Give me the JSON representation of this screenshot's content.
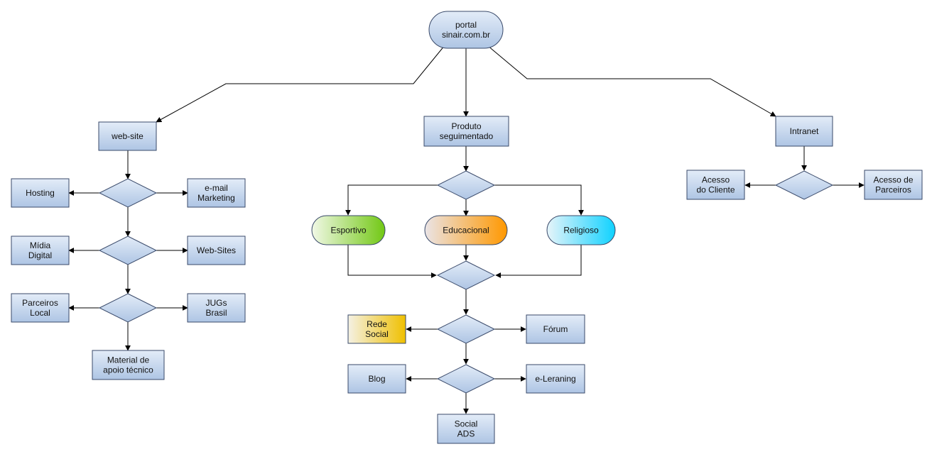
{
  "colors": {
    "box_top": "#dfe9f6",
    "box_bottom": "#b3c9e6",
    "stroke": "#3a4a6a",
    "esportivo": "#7ccc1c",
    "educacional": "#ff9a00",
    "religioso": "#12d4ff",
    "rede_social": "#f2c200"
  },
  "diagram": {
    "portal": [
      "portal",
      "sinair.com.br"
    ],
    "website": {
      "title": [
        "web-site"
      ],
      "hosting": [
        "Hosting"
      ],
      "email_marketing": [
        "e-mail",
        "Marketing"
      ],
      "midia_digital": [
        "Mídia",
        "Digital"
      ],
      "web_sites": [
        "Web-Sites"
      ],
      "parceiros_local": [
        "Parceiros",
        "Local"
      ],
      "jugs_brasil": [
        "JUGs",
        "Brasil"
      ],
      "material_apoio": [
        "Material de",
        "apoio técnico"
      ]
    },
    "produto": {
      "title": [
        "Produto",
        "seguimentado"
      ],
      "esportivo": [
        "Esportivo"
      ],
      "educacional": [
        "Educacional"
      ],
      "religioso": [
        "Religioso"
      ],
      "rede_social": [
        "Rede",
        "Social"
      ],
      "forum": [
        "Fórum"
      ],
      "blog": [
        "Blog"
      ],
      "e_leraning": [
        "e-Leraning"
      ],
      "social_ads": [
        "Social",
        "ADS"
      ]
    },
    "intranet": {
      "title": [
        "Intranet"
      ],
      "acesso_cliente": [
        "Acesso",
        "do Cliente"
      ],
      "acesso_parceiros": [
        "Acesso de",
        "Parceiros"
      ]
    }
  }
}
